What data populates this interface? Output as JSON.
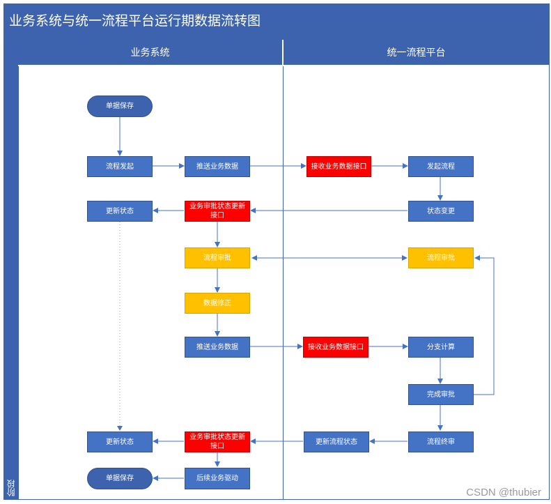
{
  "title": "业务系统与统一流程平台运行期数据流转图",
  "stage_label": "阶段",
  "lanes": {
    "business": "业务系统",
    "platform": "统一流程平台"
  },
  "nodes": {
    "doc_save_top": "单据保存",
    "flow_start": "流程发起",
    "push_data_1": "推送业务数据",
    "recv_api_1": "接收业务数据接口",
    "start_flow": "发起流程",
    "update_status_1": "更新状态",
    "status_api_1": "业务审批状态更新接口",
    "status_change": "状态变更",
    "flow_approve_left": "流程审批",
    "flow_approve_right": "流程审批",
    "data_fix": "数据修正",
    "push_data_2": "推送业务数据",
    "recv_api_2": "接收业务数据接口",
    "split_calc": "分支计算",
    "finish_approve": "完成审批",
    "update_status_2": "更新状态",
    "status_api_2": "业务审批状态更新接口",
    "update_flow_status": "更新流程状态",
    "flow_end": "流程终审",
    "doc_save_bottom": "单据保存",
    "follow_drive": "后续业务驱动"
  },
  "colors": {
    "header": "#3D63AE",
    "process": "#4472C4",
    "api": "#FF0000",
    "approval": "#FFC000",
    "edge": "#4472C4"
  },
  "watermark": "CSDN @thubier"
}
